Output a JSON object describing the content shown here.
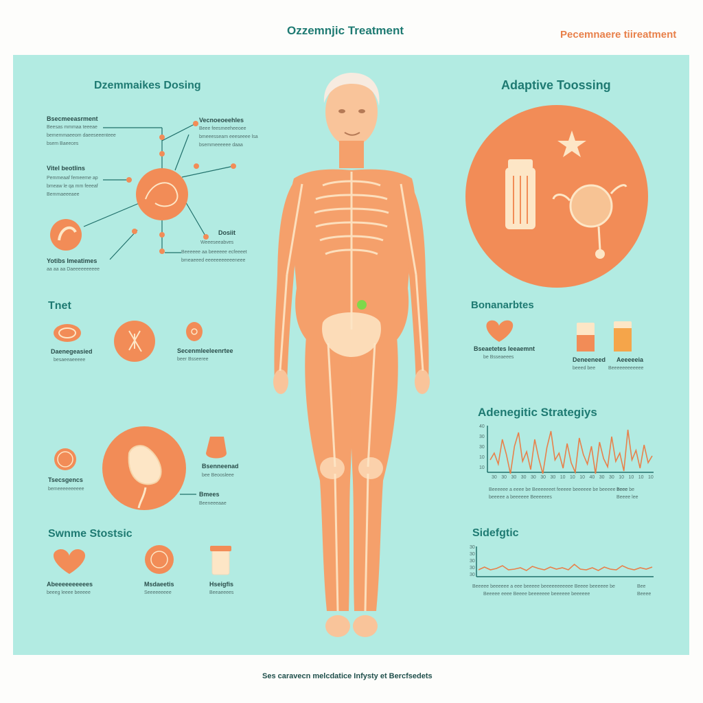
{
  "header": {
    "title": "Ozzemnjic Treatment",
    "right_label": "Pecemnaere tiireatment"
  },
  "footer": {
    "caption": "Ses caravecn melcdatice Infysty et Bercfsedets"
  },
  "colors": {
    "background": "#b2ebe2",
    "accent": "#f28c57",
    "heading": "#1e7a72",
    "body_fill": "#f5a06b",
    "bone": "#fde6c6"
  },
  "left": {
    "dosing": {
      "title": "Dzemmaikes Dosing",
      "labels": [
        {
          "title": "Bsecmeeasrment",
          "lines": [
            "Beesas mmmaa teeeae",
            "bememmaeeom daeeseeenteee",
            "bsem Baeeces"
          ]
        },
        {
          "title": "Vitel beotlins",
          "lines": [
            "Pemmeaaf femeeme ap",
            "bmeaw le qa mm feeeaf",
            "Bemmaeeeaee"
          ]
        },
        {
          "title": "Yotibs Imeatimes",
          "lines": [
            "aa aa aa Daeeeeeeeeee"
          ]
        },
        {
          "title": "Vecnoeoeehles",
          "lines": [
            "Beee feesmeeheeoee",
            "bmeeesseam eeeseeee lsa",
            "bsemmeeeeee daaa"
          ]
        },
        {
          "title": "Dosiit",
          "lines": [
            "Weeeseeabves"
          ]
        },
        {
          "title": "",
          "lines": [
            "Beeeeee aa beeeeee ecfeeeet",
            "bmeaeeed eeeeeeeeeeeneee"
          ]
        }
      ]
    },
    "treat": {
      "title": "Tnet",
      "items": [
        {
          "title": "Daenegeasied",
          "lines": [
            "besaeeaeeeee"
          ]
        },
        {
          "title": "Secenmleeleenrtee",
          "lines": [
            "beer Bsseeree"
          ]
        }
      ]
    },
    "middle": {
      "items": [
        {
          "title": "Tsecsgencs",
          "lines": [
            "bemeeeeeeeeee"
          ]
        },
        {
          "title": "Bsenneenad",
          "lines": [
            "bee Beoosleee"
          ]
        },
        {
          "title": "Bmees",
          "lines": [
            "Beeneeeaae"
          ]
        }
      ]
    },
    "stats": {
      "title": "Swnme Stostsic",
      "items": [
        {
          "title": "Abeeeeeeeeees",
          "lines": [
            "beeeg leeee beeeee"
          ]
        },
        {
          "title": "Msdaeetis",
          "lines": [
            "Seeeeeeeee"
          ]
        },
        {
          "title": "Hseigfis",
          "lines": [
            "Beeaeeees"
          ]
        }
      ]
    }
  },
  "right": {
    "adaptive": {
      "title": "Adaptive Toossing"
    },
    "bonanar": {
      "title": "Bonanarbtes",
      "items": [
        {
          "title": "Bseaetetes Ieeaemnt",
          "lines": [
            "be Bsseaeees"
          ]
        },
        {
          "title": "Deneeneed",
          "lines": [
            "beeed bee"
          ]
        },
        {
          "title": "Aeeeeeia",
          "lines": [
            "Beeeeeeeeeeee"
          ]
        }
      ]
    },
    "strategy": {
      "title": "Adenegitic Strategiys",
      "ticks": [
        "30",
        "30",
        "30",
        "30",
        "30",
        "30",
        "30",
        "10",
        "10",
        "10",
        "40",
        "30",
        "30",
        "10",
        "10",
        "10",
        "10"
      ],
      "yticks": [
        "40",
        "30",
        "30",
        "10",
        "10"
      ],
      "caption_lines": [
        "Beeeeee a eeee be Beeeeeeet feeeee beeeeee be beeeee beee",
        "beeeee a beeeeee Beeeeees"
      ],
      "caption_right": [
        "Beee be",
        "Beeee lee"
      ]
    },
    "side": {
      "title": "Sidefgtic",
      "yticks": [
        "30",
        "30",
        "30",
        "30",
        "30"
      ],
      "caption_lines": [
        "Beeeee beeeeee a eee beeeee beeeeeeeeeee Beeee beeeeee be",
        "Beeeee eeee Beeee beeeeeee beeeeee beeeeee"
      ],
      "caption_right": [
        "Bee",
        "Beeee"
      ]
    }
  }
}
